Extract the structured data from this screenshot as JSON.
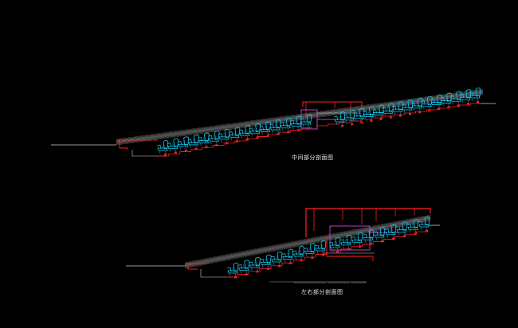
{
  "drawing": {
    "background_color": "#000000",
    "colors": {
      "seat": "#19c8f0",
      "seat_dim": "#0f7f9f",
      "stairs": "#ff2020",
      "highlight": "#c040c0",
      "slab": "#d0d0d0",
      "text": "#e8e8e8"
    },
    "icons": {
      "seat": "cinema-seat-icon"
    }
  },
  "upper_section": {
    "caption": "中间部分剖面图"
  },
  "lower_section": {
    "caption": "左右部分剖面图",
    "note": "xxxxxxxxxxxxxxxxxxxxxxx  xxxxxxxxxxxxxxx  xxxxxxxxxxx"
  }
}
